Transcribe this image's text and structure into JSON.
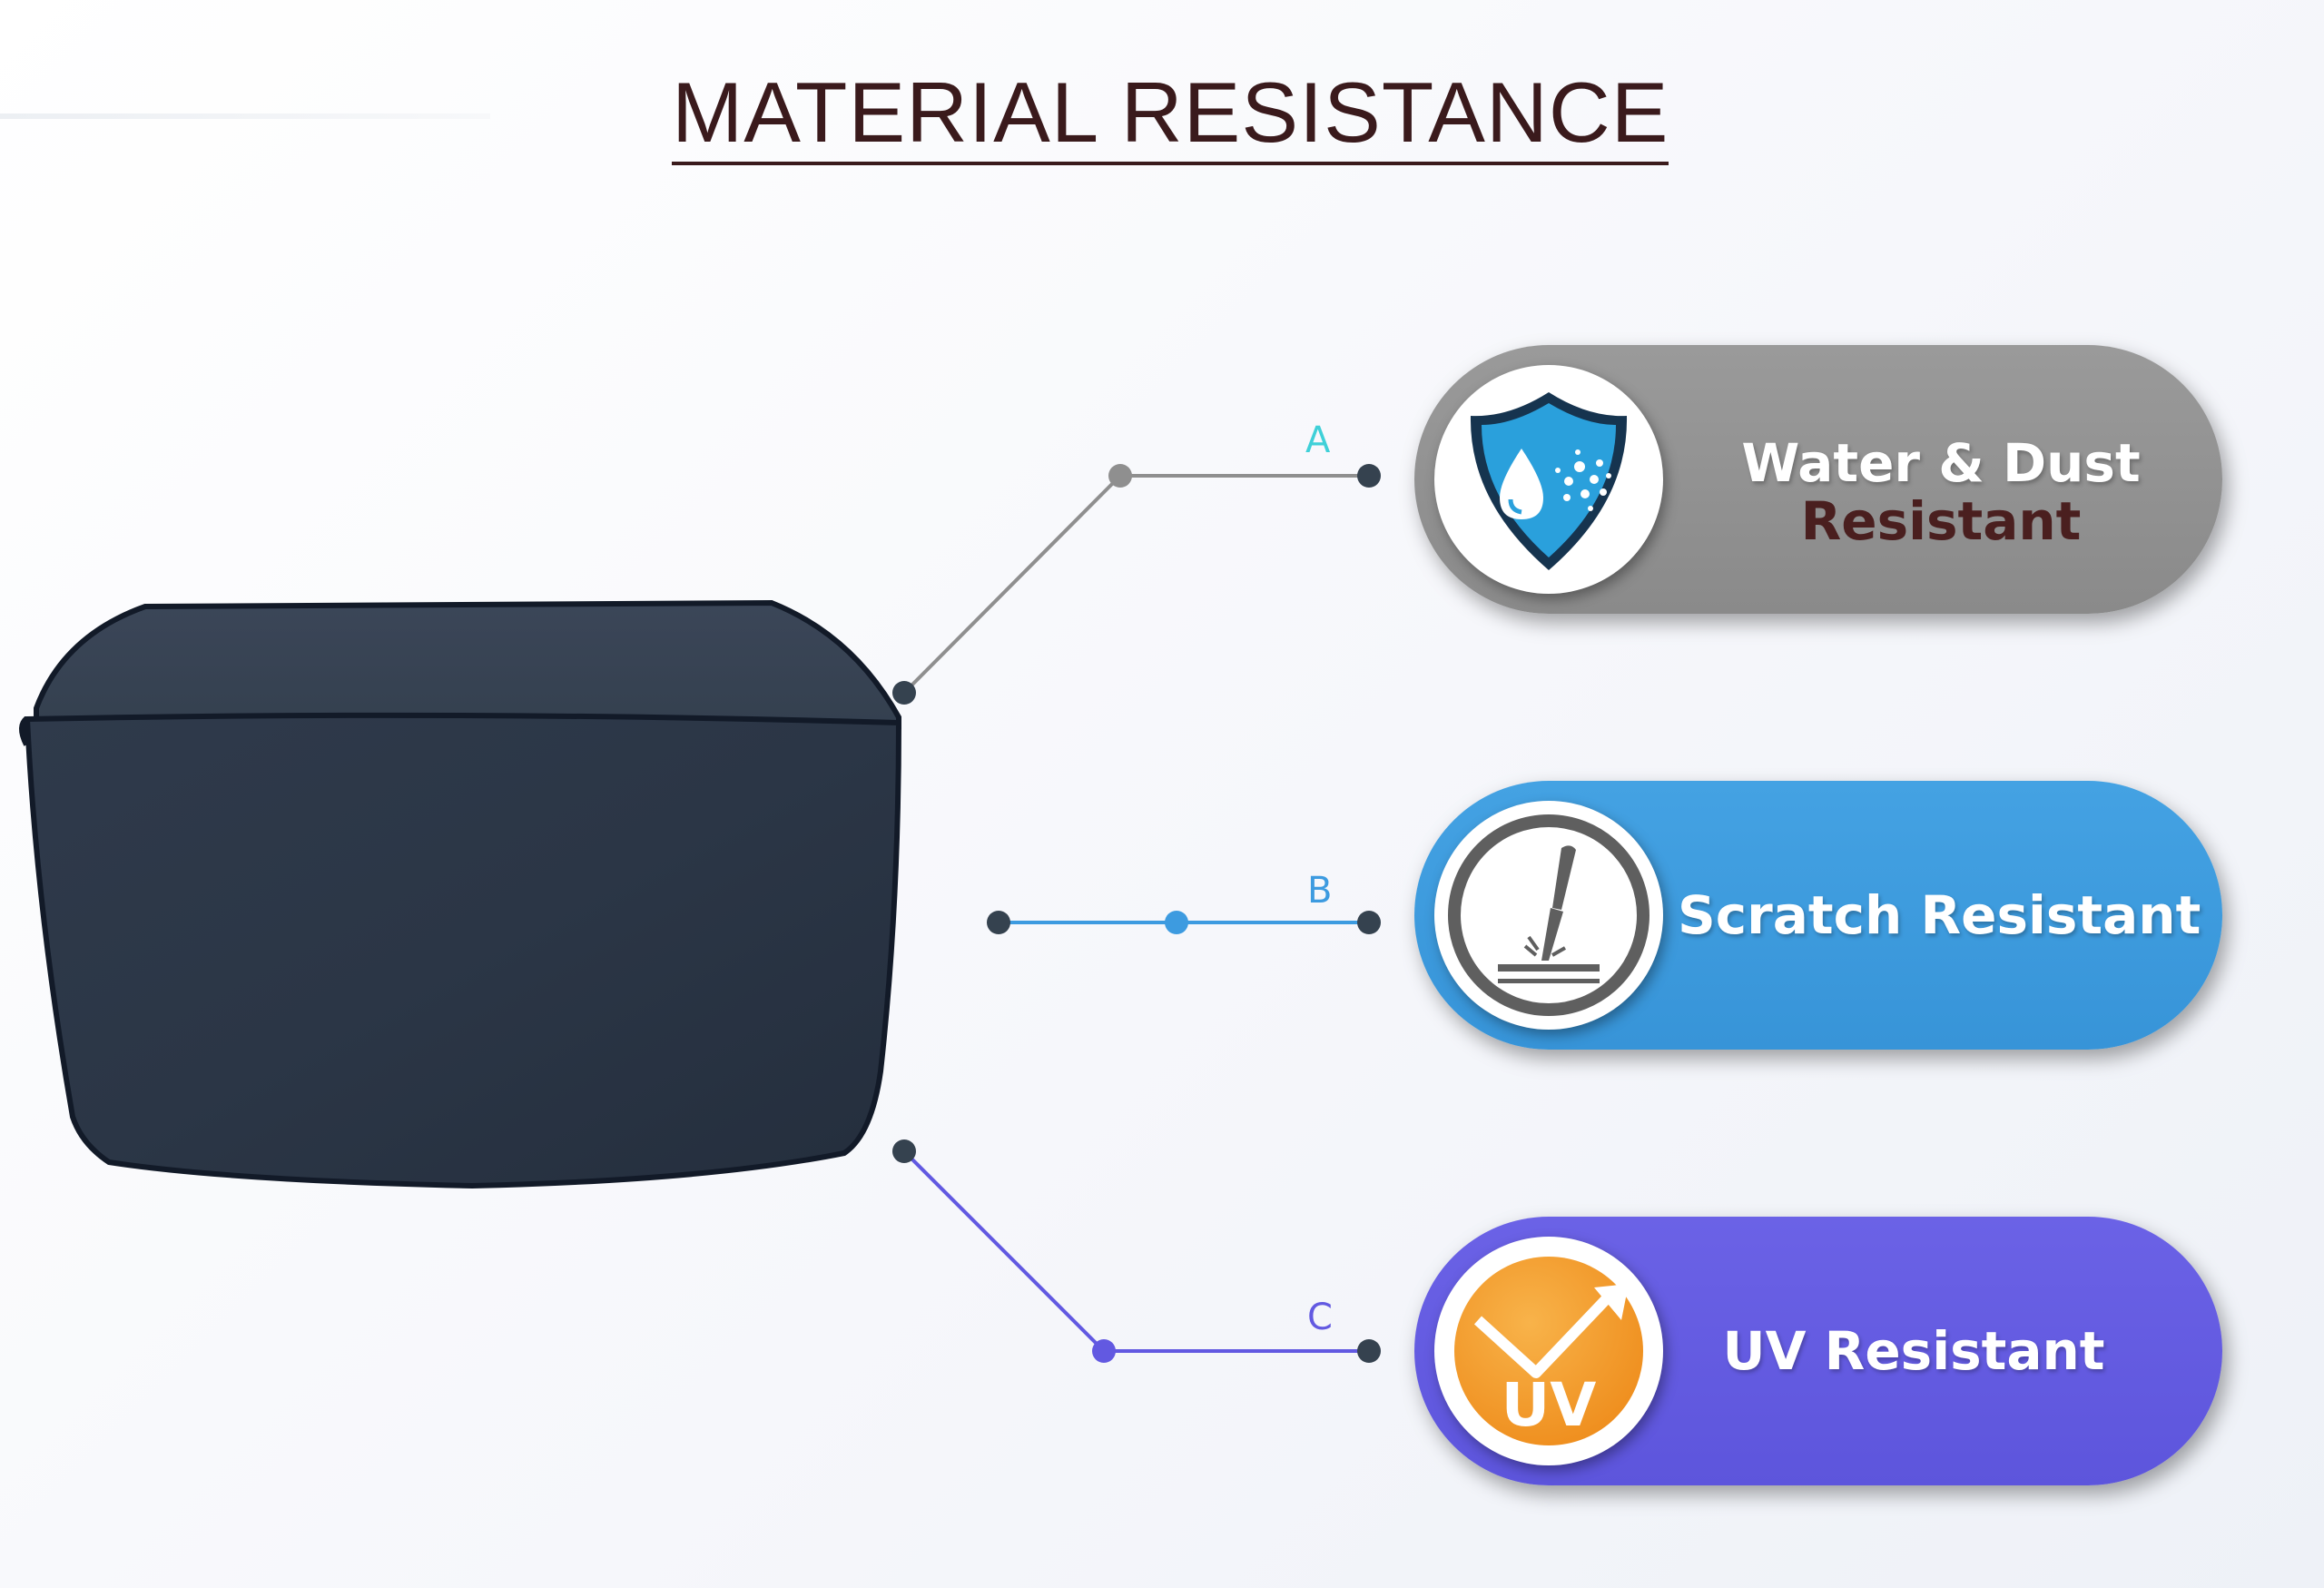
{
  "title": "MATERIAL RESISTANCE",
  "features": [
    {
      "letter": "A",
      "label_line1": "Water & Dust",
      "label_line2": "Resistant",
      "icon": "water-dust-shield-icon",
      "pill_color": "#8f8f8f",
      "line_color": "#8f8f8f",
      "letter_color": "#3fd0d8"
    },
    {
      "letter": "B",
      "label": "Scratch Resistant",
      "icon": "scratch-tool-icon",
      "pill_color": "#3d9be0",
      "line_color": "#3d9be0",
      "letter_color": "#3d9be0"
    },
    {
      "letter": "C",
      "label": "UV Resistant",
      "icon": "uv-arrow-icon",
      "icon_text": "UV",
      "pill_color": "#6259e1",
      "line_color": "#6259e1",
      "letter_color": "#6259e1"
    }
  ],
  "product": "cover-image",
  "colors": {
    "title": "#3a1a1c",
    "cover": "#2b3649",
    "dot_dark": "#35424f"
  }
}
